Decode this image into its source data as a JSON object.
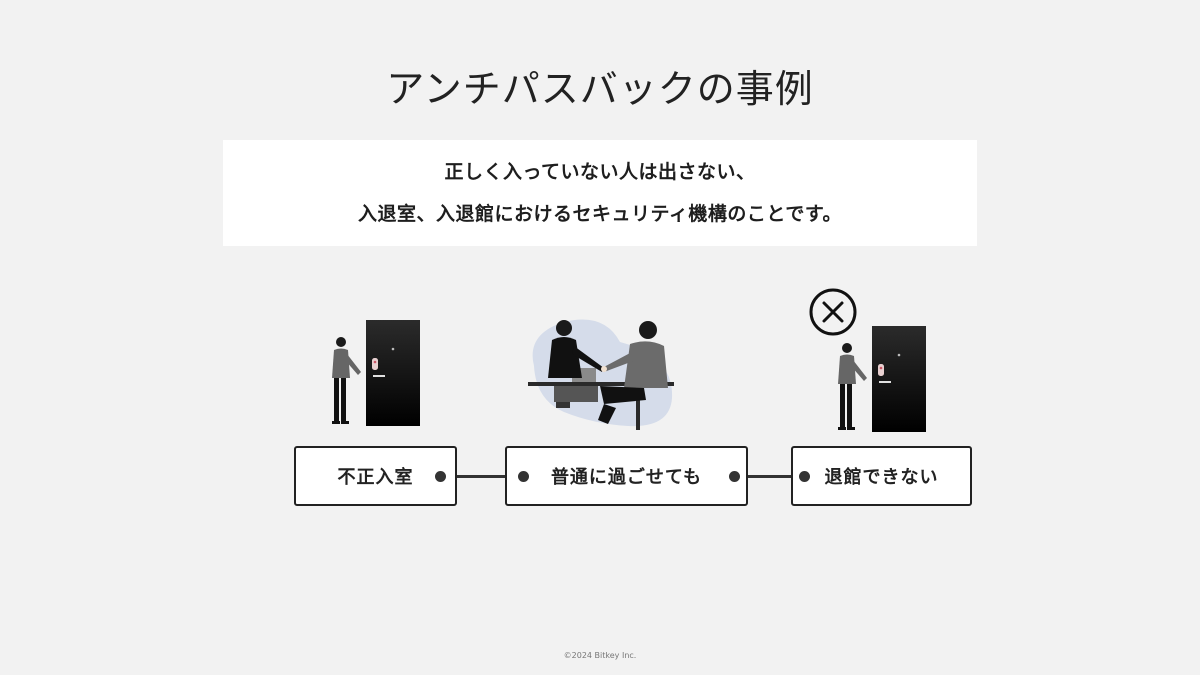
{
  "title": "アンチパスバックの事例",
  "lead": {
    "line1": "正しく入っていない人は出さない、",
    "line2": "入退室、入退館におけるセキュリティ機構のことです。"
  },
  "steps": [
    {
      "label": "不正入室",
      "icon": "person-at-door"
    },
    {
      "label": "普通に過ごせても",
      "icon": "handshake-meeting"
    },
    {
      "label": "退館できない",
      "icon": "person-at-door-denied"
    }
  ],
  "denied_icon": "cross-in-circle-icon",
  "colors": {
    "background": "#f2f2f2",
    "panel": "#ffffff",
    "text": "#222222",
    "door": "#111111",
    "blob": "#d5dcea"
  },
  "footer": "©2024 Bitkey Inc."
}
